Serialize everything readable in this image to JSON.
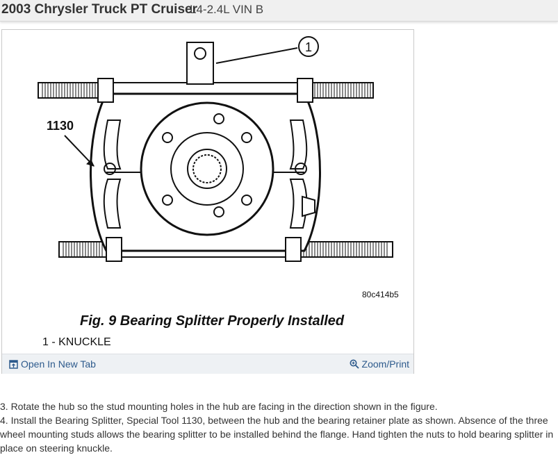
{
  "header": {
    "model": "2003 Chrysler Truck PT Cruiser",
    "engine": "L4-2.4L VIN B"
  },
  "figure": {
    "callout_number": "1",
    "tool_label": "1130",
    "image_code": "80c414b5",
    "caption": "Fig. 9 Bearing Splitter Properly Installed",
    "legend": "1 - KNUCKLE"
  },
  "footer": {
    "open_tab_label": "Open In New Tab",
    "zoom_label": "Zoom/Print",
    "open_tab_icon": "open-in-new-tab-icon",
    "zoom_icon": "magnifier-icon",
    "link_color": "#2d5a8c"
  },
  "instructions": [
    " 3. Rotate the hub so the stud mounting holes in the hub are facing in the direction shown in the figure.",
    " 4. Install the Bearing Splitter, Special Tool 1130, between the hub and the bearing retainer plate as shown. Absence of the three wheel mounting studs allows the bearing splitter to be installed behind the flange. Hand tighten the nuts to hold bearing splitter in place on steering knuckle."
  ]
}
